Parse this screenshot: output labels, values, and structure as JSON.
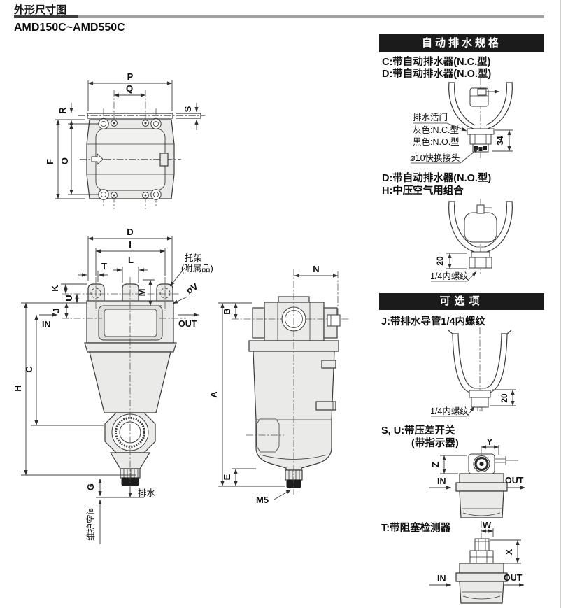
{
  "header": {
    "section_title": "外形尺寸图",
    "model_range": "AMD150C~AMD550C"
  },
  "dims": {
    "P": "P",
    "Q": "Q",
    "R": "R",
    "S": "S",
    "F": "F",
    "O": "O",
    "D": "D",
    "I": "I",
    "T": "T",
    "L": "L",
    "M": "M",
    "K": "K",
    "U": "U",
    "J": "J",
    "C": "C",
    "H": "H",
    "G": "G",
    "V": "øV",
    "N": "N",
    "B": "B",
    "A": "A",
    "E": "E",
    "M5": "M5",
    "Y": "Y",
    "Z": "Z",
    "W": "W",
    "X": "X",
    "d34": "34",
    "d20": "20"
  },
  "labels": {
    "in": "IN",
    "out": "OUT",
    "bracket1": "托架",
    "bracket2": "(附属品)",
    "drain": "排水",
    "maintenance": "维护空间",
    "drain_valve": "排水活门",
    "gray_nc": "灰色:N.C.型",
    "black_no": "黑色:N.O.型",
    "quick_fitting": "ø10快换接头",
    "thread_quarter": "1/4内螺纹"
  },
  "panel": {
    "auto_drain_header": "自动排水规格",
    "nc_type_line": "C:带自动排水器(N.C.型)",
    "no_type_line": "D:带自动排水器(N.O.型)",
    "no_type_line2": "D:带自动排水器(N.O.型)",
    "mid_pressure_line": "H:中压空气用组合",
    "options_header": "可选项",
    "drain_guide_line": "J:带排水导管1/4内螺纹",
    "pressure_switch_line1": "S, U:带压差开关",
    "pressure_switch_line2": "(带指示器)",
    "clog_detector_line": "T:带阻塞检测器"
  },
  "colors": {
    "header_bg": "#1b1b1b",
    "header_text": "#ffffff",
    "body_fill": "#eaeae8",
    "line": "#3b3b3b",
    "rule_gray": "#9f9f9f"
  }
}
